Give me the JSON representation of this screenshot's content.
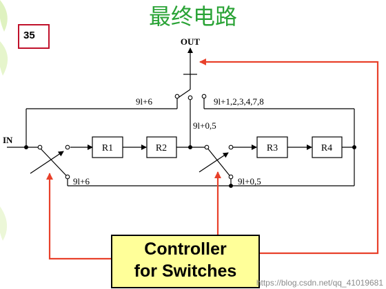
{
  "title": "最终电路",
  "slide_number": "35",
  "colors": {
    "title": "#2aa336",
    "feedback_arrows": "#e8402a",
    "controller_fill": "#ffff99",
    "slide_number_border": "#c0102a"
  },
  "diagram": {
    "input_label": "IN",
    "output_label": "OUT",
    "registers": [
      "R1",
      "R2",
      "R3",
      "R4"
    ],
    "switch_labels": {
      "top_left": "9l+6",
      "top_right": "9l+1,2,3,4,7,8",
      "middle": "9l+0,5",
      "bottom_left": "9l+6",
      "bottom_right": "9l+0,5"
    },
    "controller": {
      "line1": "Controller",
      "line2": "for Switches"
    }
  },
  "watermark": "https://blog.csdn.net/qq_41019681"
}
